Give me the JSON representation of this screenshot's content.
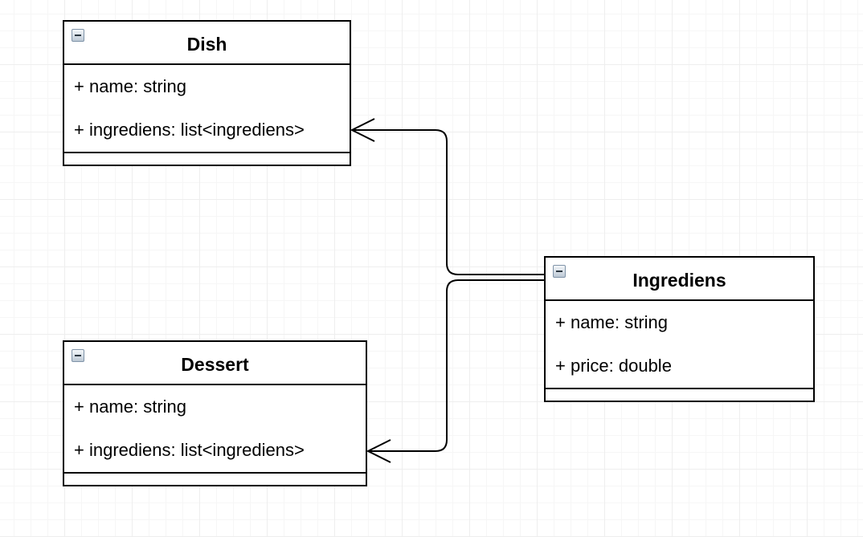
{
  "diagram": {
    "classes": [
      {
        "id": "dish",
        "title": "Dish",
        "attributes": [
          "+ name: string",
          "+ ingrediens: list<ingrediens>"
        ]
      },
      {
        "id": "dessert",
        "title": "Dessert",
        "attributes": [
          "+ name: string",
          "+ ingrediens: list<ingrediens>"
        ]
      },
      {
        "id": "ingrediens",
        "title": "Ingrediens",
        "attributes": [
          "+ name: string",
          "+ price: double"
        ]
      }
    ],
    "relations": [
      {
        "from": "ingrediens",
        "to": "dish",
        "arrow": "open"
      },
      {
        "from": "ingrediens",
        "to": "dessert",
        "arrow": "open"
      }
    ]
  }
}
